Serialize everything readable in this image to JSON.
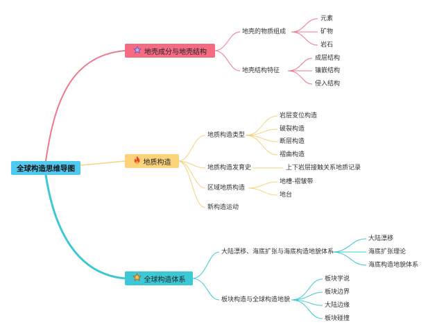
{
  "root": {
    "label": "全球构造思维导图"
  },
  "branches": [
    {
      "label": "地壳成分与地壳结构",
      "icon": "star-icon",
      "color": "#f56b82",
      "children": [
        {
          "label": "地壳的物质组成",
          "children": [
            "元素",
            "矿物",
            "岩石"
          ]
        },
        {
          "label": "地壳结构特征",
          "children": [
            "成层结构",
            "镶嵌结构",
            "侵入结构"
          ]
        }
      ]
    },
    {
      "label": "地质构造",
      "icon": "fire-icon",
      "color": "#fcd27a",
      "children": [
        {
          "label": "地质构造类型",
          "children": [
            "岩层变位构造",
            "破裂构造",
            "断层构造",
            "褶曲构造"
          ]
        },
        {
          "label": "地质构造发育史",
          "children": [
            "上下岩层接触关系地质记录"
          ]
        },
        {
          "label": "区域地质构造",
          "children": [
            "地槽-褶皱带",
            "地台"
          ]
        },
        {
          "label": "新构造运动",
          "children": []
        }
      ]
    },
    {
      "label": "全球构造体系",
      "icon": "star-icon",
      "color": "#3dc8d6",
      "children": [
        {
          "label": "大陆漂移、海底扩张与海底构造地貌体系",
          "children": [
            "大陆漂移",
            "海底扩张理论",
            "海底构造地貌体系"
          ]
        },
        {
          "label": "板块构造与全球构造地貌",
          "children": [
            "板块学说",
            "板块边界",
            "大陆边缘",
            "板块碰撞"
          ]
        }
      ]
    }
  ]
}
